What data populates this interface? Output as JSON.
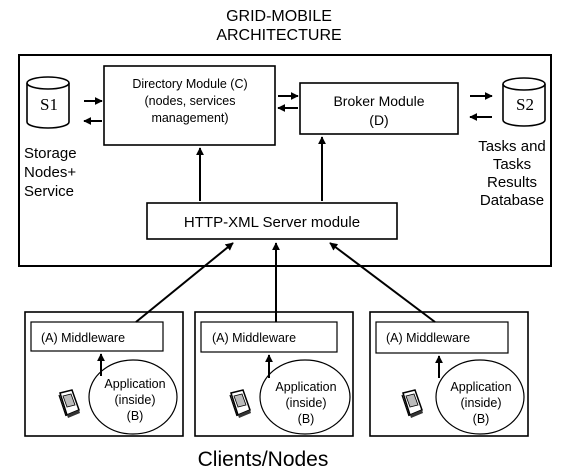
{
  "title": [
    "GRID-MOBILE",
    "ARCHITECTURE"
  ],
  "directory_module": [
    "Directory Module (C)",
    "(nodes, services",
    "management)"
  ],
  "broker_module": [
    "Broker Module",
    "(D)"
  ],
  "http_server": "HTTP-XML Server module",
  "storage_s1": {
    "label": "S1",
    "caption": [
      "Storage",
      "Nodes+",
      "Service"
    ]
  },
  "storage_s2": {
    "label": "S2",
    "caption": [
      "Tasks and",
      "Tasks",
      "Results",
      "Database"
    ]
  },
  "clients": [
    {
      "middleware": "(A)  Middleware",
      "application": [
        "Application",
        "(inside)",
        "(B)"
      ]
    },
    {
      "middleware": "(A)  Middleware",
      "application": [
        "Application",
        "(inside)",
        "(B)"
      ]
    },
    {
      "middleware": "(A)  Middleware",
      "application": [
        "Application",
        "(inside)",
        "(B)"
      ]
    }
  ],
  "footer": "Clients/Nodes",
  "device_icon": "pda-icon",
  "database_icon": "database-cylinder-icon"
}
